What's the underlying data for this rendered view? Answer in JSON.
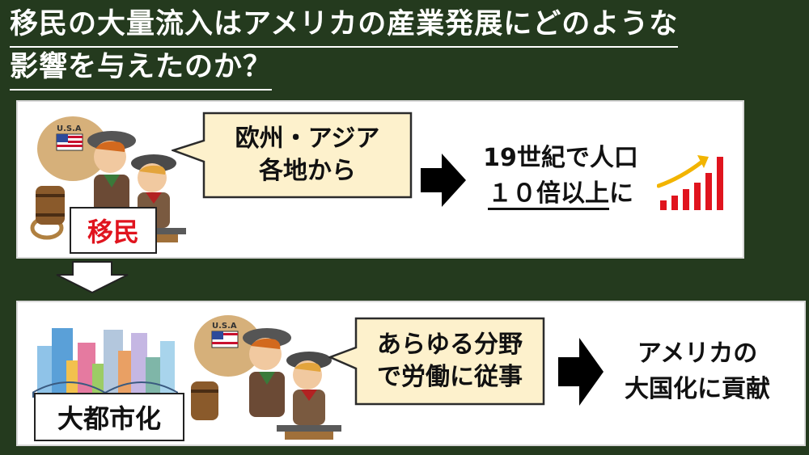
{
  "title": {
    "line1": "移民の大量流入はアメリカの産業発展にどのような",
    "line2": "影響を与えたのか？"
  },
  "top": {
    "tag": "移民",
    "bubble_line1": "欧州・アジア",
    "bubble_line2": "各地から",
    "result_line1": "19世紀で人口",
    "result_line2": "１０倍以上",
    "result_line2_suffix": "に",
    "sack_label": "U.S.A"
  },
  "bottom": {
    "tag": "大都市化",
    "bubble_line1": "あらゆる分野",
    "bubble_line2": "で労働に従事",
    "result_line1": "アメリカの",
    "result_line2": "大国化に貢献",
    "sack_label": "U.S.A"
  },
  "colors": {
    "background": "#243a1e",
    "note": "#fdf1cc",
    "accent_red": "#e0141e",
    "arrow_yellow": "#f2b400"
  }
}
